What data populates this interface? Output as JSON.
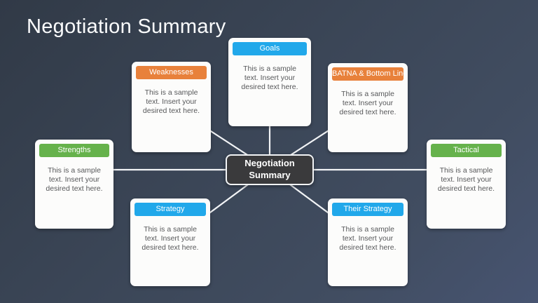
{
  "slide": {
    "title": "Negotiation Summary"
  },
  "center": {
    "label": "Negotiation Summary"
  },
  "cards": [
    {
      "id": "strengths",
      "label": "Strengths",
      "header_color": "#66b24c",
      "body": "This is a sample text. Insert your desired text here."
    },
    {
      "id": "weaknesses",
      "label": "Weaknesses",
      "header_color": "#e8813b",
      "body": "This is a sample text. Insert your desired text here."
    },
    {
      "id": "goals",
      "label": "Goals",
      "header_color": "#21a8ea",
      "body": "This is a sample text. Insert your desired text here."
    },
    {
      "id": "batna",
      "label": "BATNA & Bottom Line",
      "header_color": "#e8813b",
      "body": "This is a sample text. Insert your desired text here."
    },
    {
      "id": "tactical",
      "label": "Tactical",
      "header_color": "#66b24c",
      "body": "This is a sample text. Insert your desired text here."
    },
    {
      "id": "strategy",
      "label": "Strategy",
      "header_color": "#21a8ea",
      "body": "This is a sample text. Insert your desired text here."
    },
    {
      "id": "their_strategy",
      "label": "Their Strategy",
      "header_color": "#21a8ea",
      "body": "This is a sample text. Insert your desired text here."
    }
  ],
  "colors": {
    "background_dark": "#313a47",
    "background_light": "#475471",
    "connector_line": "#f2f4f6",
    "center_box_fill": "#3a3a3c",
    "card_fill": "#fcfcfb",
    "body_text": "#57585a",
    "accent_green": "#66b24c",
    "accent_orange": "#e8813b",
    "accent_blue": "#21a8ea"
  }
}
